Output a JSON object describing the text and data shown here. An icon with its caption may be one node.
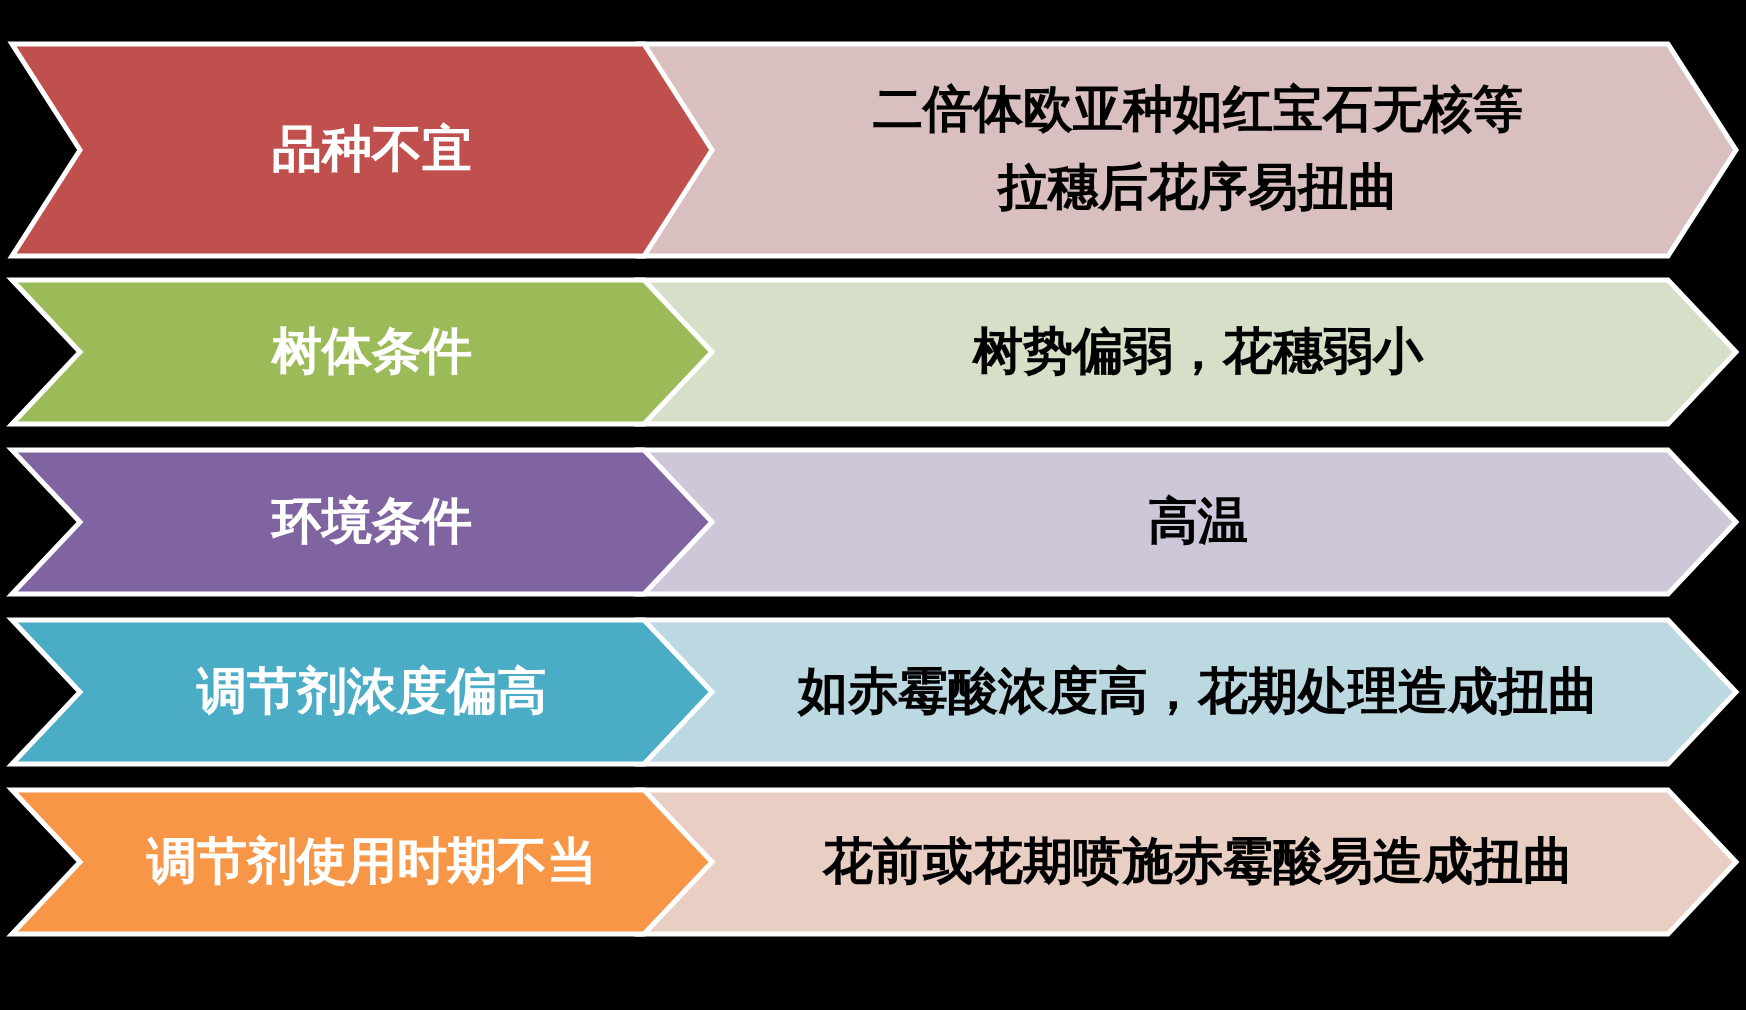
{
  "diagram": {
    "nodes": [
      {
        "text": [
          "品种不宜"
        ]
      },
      {
        "text": [
          "二倍体欧亚种如红宝石无核等",
          "拉穗后花序易扭曲"
        ]
      },
      {
        "text": [
          "树体条件"
        ]
      },
      {
        "text": [
          "树势偏弱，花穗弱小"
        ]
      },
      {
        "text": [
          "环境条件"
        ]
      },
      {
        "text": [
          "高温"
        ]
      },
      {
        "text": [
          "调节剂浓度偏高"
        ]
      },
      {
        "text": [
          "如赤霉酸浓度高，花期处理造成扭曲"
        ]
      },
      {
        "text": [
          "调节剂使用时期不当"
        ]
      },
      {
        "text": [
          "花前或花期喷施赤霉酸易造成扭曲"
        ]
      }
    ]
  }
}
